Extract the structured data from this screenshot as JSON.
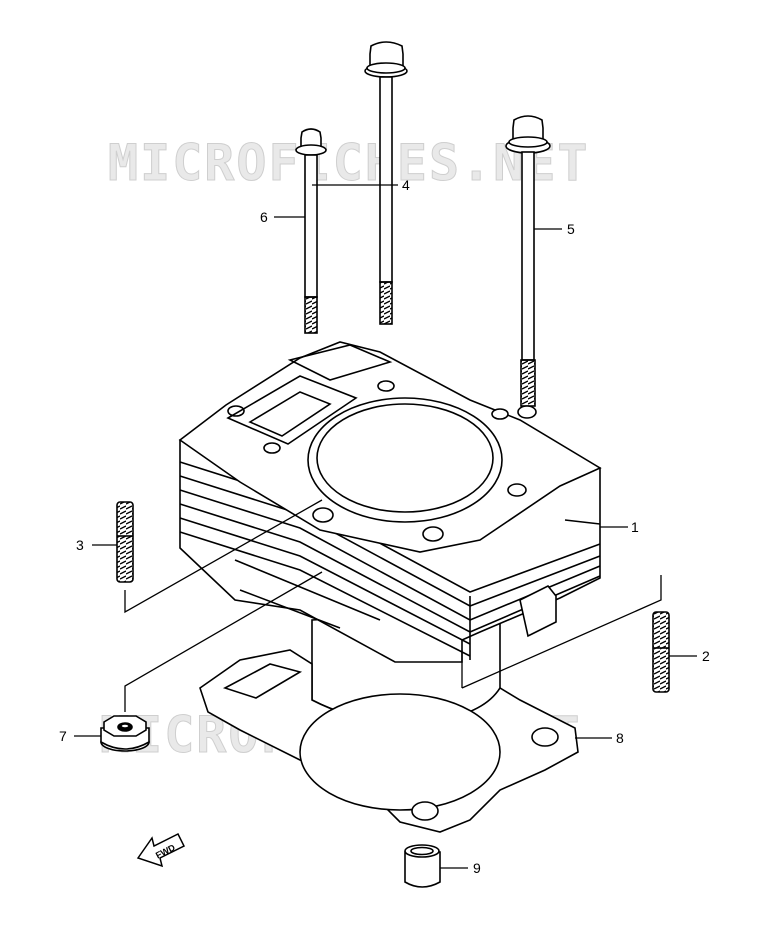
{
  "watermarks": [
    {
      "text": "MICROFICHES.NET"
    },
    {
      "text": "MICROFICHES.NET"
    }
  ],
  "callouts": {
    "part1": "1",
    "part2": "2",
    "part3": "3",
    "part4": "4",
    "part5": "5",
    "part6": "6",
    "part7": "7",
    "part8": "8",
    "part9": "9"
  },
  "direction_label": "FWD"
}
